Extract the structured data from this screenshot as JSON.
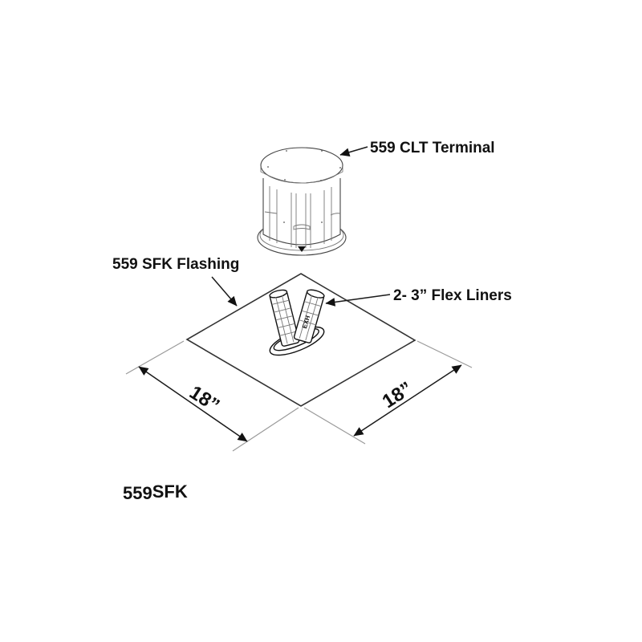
{
  "diagram": {
    "title": "559SFK",
    "title_main": "559",
    "title_suffix": "SFK",
    "callouts": {
      "terminal": "559 CLT Terminal",
      "flashing": "559 SFK Flashing",
      "liners": "2- 3” Flex Liners"
    },
    "liner_marking": "EXH",
    "dimensions": {
      "left": "18”",
      "right": "18”"
    },
    "colors": {
      "background": "#ffffff",
      "ink": "#111111",
      "extension_lines": "#9a9a9a"
    }
  }
}
